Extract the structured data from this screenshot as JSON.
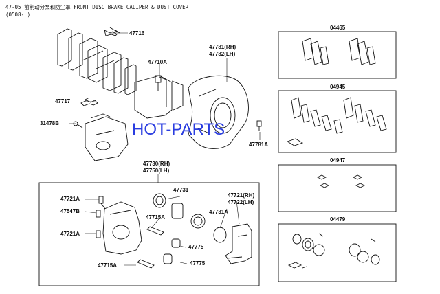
{
  "header": {
    "title": "47-05 前制动分泵和防尘罩 FRONT DISC BRAKE CALIPER & DUST COVER",
    "range": "(0508-    )"
  },
  "watermark": "HOT-PARTS",
  "labels": {
    "p47716": "47716",
    "p47710A": "47710A",
    "p47717": "47717",
    "p31478B": "31478B",
    "p47781RH": "47781(RH)",
    "p47782LH": "47782(LH)",
    "p47781A": "47781A",
    "p47730RH": "47730(RH)",
    "p47750LH": "47750(LH)",
    "p47721A_1": "47721A",
    "p47547B": "47547B",
    "p47721A_2": "47721A",
    "p47731": "47731",
    "p47715A_1": "47715A",
    "p47731A": "47731A",
    "p47721RH": "47721(RH)",
    "p47722LH": "47722(LH)",
    "p47775_1": "47775",
    "p47775_2": "47775",
    "p47715A_2": "47715A",
    "k04465": "04465",
    "k04945": "04945",
    "k04947": "04947",
    "k04479": "04479"
  }
}
